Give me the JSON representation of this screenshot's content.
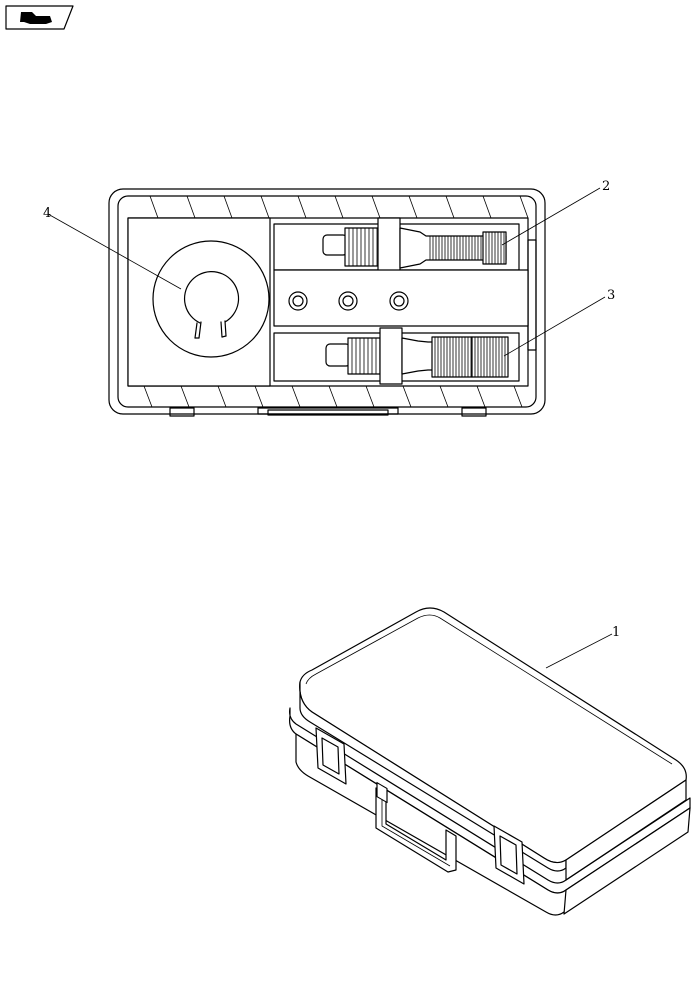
{
  "figure": {
    "callouts": {
      "case": "1",
      "tool_upper": "2",
      "tool_lower": "3",
      "ring": "4"
    }
  },
  "icons": {
    "corner_badge": "arrow-hand-icon"
  }
}
